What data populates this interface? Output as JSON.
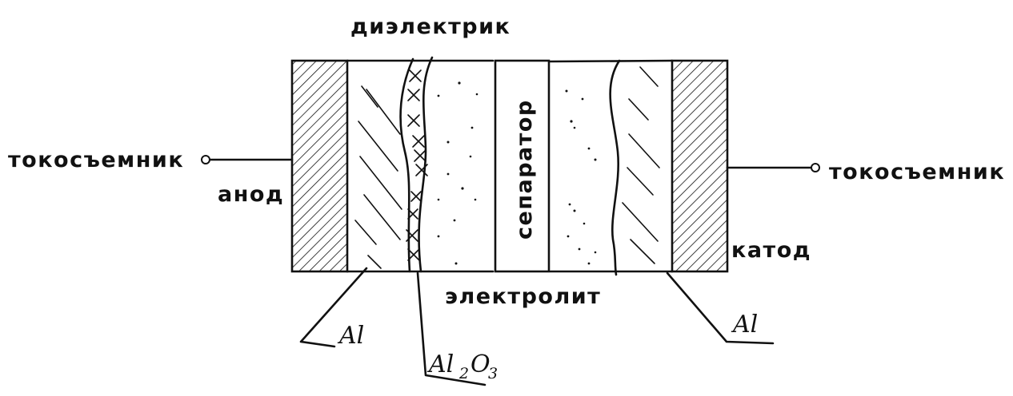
{
  "diagram": {
    "labels": {
      "dielectric": "диэлектрик",
      "collector_left": "токосъемник",
      "collector_right": "токосъемник",
      "anode": "анод",
      "cathode": "катод",
      "separator": "сепаратор",
      "electrolyte": "электролит",
      "al_left": "Al",
      "al_right": "Al",
      "oxide_main": "Al",
      "oxide_sub_1": "2",
      "oxide_o": "O",
      "oxide_sub_2": "3"
    },
    "colors": {
      "ink": "#111111",
      "background": "#ffffff"
    }
  }
}
